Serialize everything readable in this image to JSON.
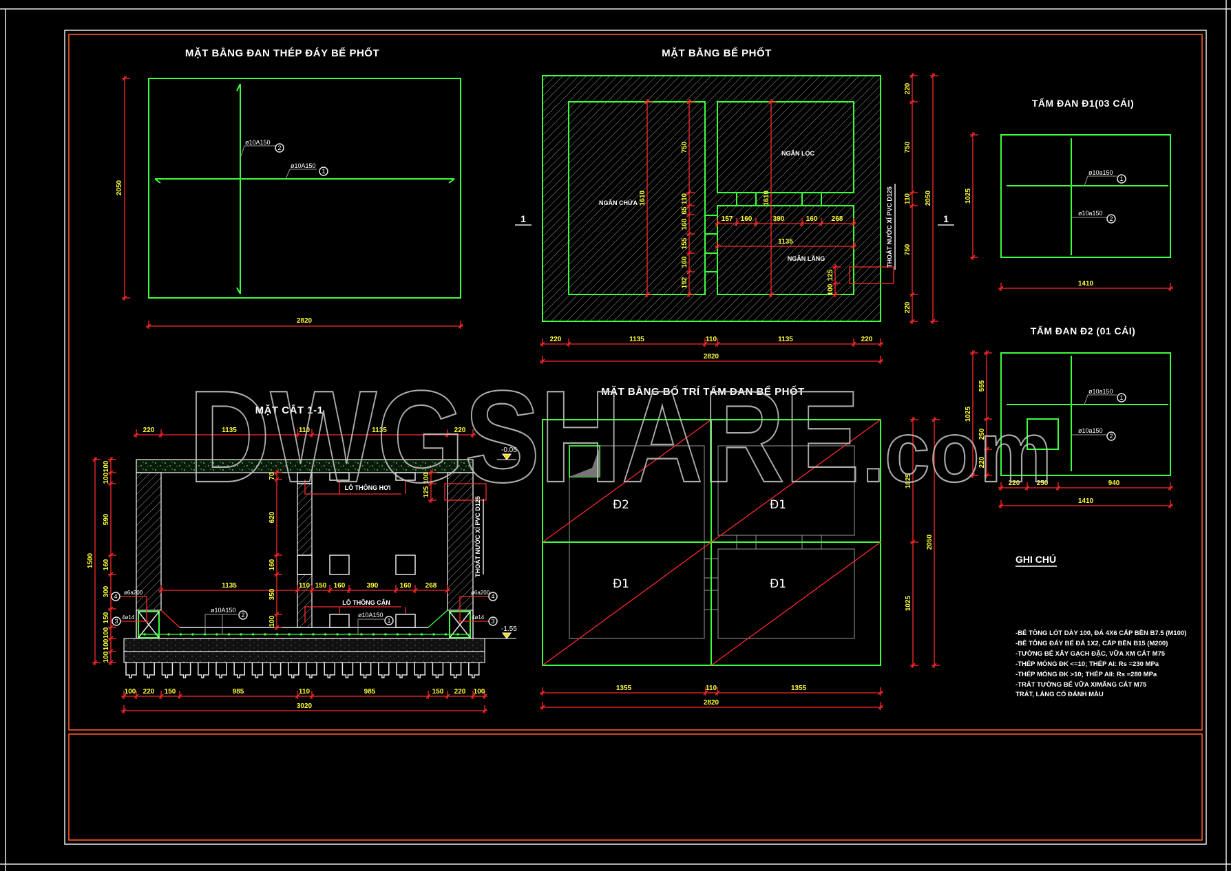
{
  "watermark": "DWGSHARE.com",
  "colors": {
    "background": "#000000",
    "outline": "#3dff3d",
    "dimension": "#ff2a2a",
    "dimension_text": "#ffff3a",
    "frame": "#ff5a2a"
  },
  "plan_rebar": {
    "title": "MẶT BẰNG ĐAN THÉP ĐÁY BỂ PHỐT",
    "dim_height": "2050",
    "dim_width": "2820",
    "rebar_1": "ø10A150",
    "mark_1": "1",
    "rebar_2": "ø10A150",
    "mark_2": "2"
  },
  "plan_tank": {
    "title": "MẶT BẰNG BỂ PHỐT",
    "rooms": [
      "NGĂN CHỨA",
      "NGĂN LỌC",
      "NGĂN LẮNG"
    ],
    "pipe_label": "THOÁT NƯỚC XÍ PVC D125",
    "section_mark": "1",
    "dims_bottom": [
      "220",
      "1135",
      "110",
      "1135",
      "220"
    ],
    "dim_total_width": "2820",
    "dims_right": [
      "220",
      "750",
      "110",
      "750",
      "220"
    ],
    "dim_total_height": "2050",
    "dims_left_column": [
      "750",
      "110",
      "65",
      "160",
      "155",
      "160",
      "192"
    ],
    "dim_room_height": "1610",
    "dims_row": [
      "157",
      "160",
      "390",
      "160",
      "268"
    ],
    "dim_room_width": "1135",
    "dims_pipe": [
      "125",
      "100"
    ]
  },
  "section": {
    "title": "MẶT CẮT 1-1",
    "dims_top": [
      "220",
      "1135",
      "110",
      "1135",
      "220"
    ],
    "dims_bottom": [
      "100",
      "220",
      "150",
      "985",
      "110",
      "985",
      "150",
      "220",
      "100"
    ],
    "dim_total_width": "3020",
    "dims_left": [
      "100",
      "100",
      "590",
      "160",
      "300",
      "150",
      "100",
      "100",
      "100"
    ],
    "dim_total_height": "1500",
    "dims_middle": [
      "70",
      "620",
      "160",
      "350",
      "100"
    ],
    "dim_inner_width": "1135",
    "dims_row": [
      "110",
      "150",
      "160",
      "390",
      "160",
      "268"
    ],
    "dims_right": [
      "100",
      "125"
    ],
    "vent_top": "LỖ THÔNG HƠI",
    "vent_bottom": "LỖ THÔNG CẶN",
    "rebar_2": "ø10A150",
    "mark_2": "2",
    "rebar_1": "ø10A150",
    "mark_1": "1",
    "stirrup": "ø6a200",
    "mark_4": "4",
    "main_bars": "4ø14",
    "mark_3": "3",
    "level_top": "-0.05",
    "level_bottom": "-1.55",
    "pipe_label": "THOÁT NƯỚC XÍ PVC D125"
  },
  "layout": {
    "title": "MẶT BẰNG  BỐ TRÍ TẤM ĐAN BỂ PHỐT",
    "panels": [
      "Đ2",
      "Đ1",
      "Đ1",
      "Đ1"
    ],
    "dims_bottom": [
      "1355",
      "110",
      "1355"
    ],
    "dim_total_width": "2820",
    "dims_right": [
      "1025",
      "1025"
    ],
    "dim_total_height": "2050"
  },
  "slab_d1": {
    "title": "TẤM ĐAN Đ1(03 CÁI)",
    "dim_width": "1410",
    "dim_height": "1025",
    "rebar_1": "ø10a150",
    "mark_1": "1",
    "rebar_2": "ø10a150",
    "mark_2": "2"
  },
  "slab_d2": {
    "title": "TẤM ĐAN Đ2 (01 CÁI)",
    "dims_bottom": [
      "220",
      "250",
      "940"
    ],
    "dim_width": "1410",
    "dims_left": [
      "555",
      "250",
      "220"
    ],
    "dim_height": "1025",
    "rebar_1": "ø10a150",
    "mark_1": "1",
    "rebar_2": "ø10a150",
    "mark_2": "2"
  },
  "notes": {
    "title": "GHI CHÚ",
    "lines": [
      "-BÊ TÔNG LÓT DÀY 100, ĐÁ 4X6 CẤP BỀN B7.5 (M100)",
      "-BÊ TÔNG ĐÁY BỂ ĐÁ 1X2, CẤP BỀN B15 (M200)",
      "-TƯỜNG BỂ XÂY GẠCH ĐẶC, VỮA XM CÁT  M75",
      "-THÉP MÓNG ĐK <=10; THÉP AI: Rs =230 MPa",
      "-THÉP MÓNG ĐK >10; THÉP AII: Rs =280 MPa",
      "-TRÁT TƯỜNG BỂ VỮA XIMĂNG CÁT M75",
      "TRÁT, LÁNG CÓ ĐÁNH MÀU"
    ]
  }
}
